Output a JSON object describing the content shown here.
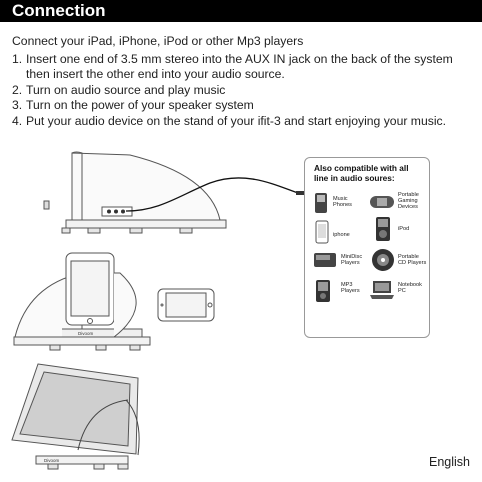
{
  "header": {
    "title": "Connection"
  },
  "instructions": {
    "intro": "Connect your iPad, iPhone, iPod or other Mp3 players",
    "steps": [
      {
        "num": "1.",
        "text": "Insert one end of 3.5 mm stereo into the AUX IN jack on the back of the system then insert the other end into your audio source."
      },
      {
        "num": "2.",
        "text": "Turn on audio source and play music"
      },
      {
        "num": "3.",
        "text": "Turn on the power of your speaker system"
      },
      {
        "num": "4.",
        "text": "Put your audio device on the stand of your ifit-3 and start enjoying your music."
      }
    ]
  },
  "compat": {
    "title": "Also compatible with all line in audio soures:",
    "items": [
      {
        "label": "Music Phones",
        "icon": "music-phone-icon"
      },
      {
        "label": "Portable Gaming Devices",
        "icon": "gaming-device-icon"
      },
      {
        "label": "iphone",
        "icon": "iphone-icon"
      },
      {
        "label": "iPod",
        "icon": "ipod-icon"
      },
      {
        "label": "MiniDisc Players",
        "icon": "minidisc-player-icon"
      },
      {
        "label": "Portable CD Players",
        "icon": "cd-player-icon"
      },
      {
        "label": "MP3 Players",
        "icon": "mp3-player-icon"
      },
      {
        "label": "Notebook PC",
        "icon": "notebook-pc-icon"
      }
    ]
  },
  "figures": {
    "speaker_brand": "Divoom"
  },
  "colors": {
    "header_bg": "#000000",
    "header_text": "#ffffff",
    "line": "#555555"
  },
  "footer": {
    "language": "English"
  }
}
